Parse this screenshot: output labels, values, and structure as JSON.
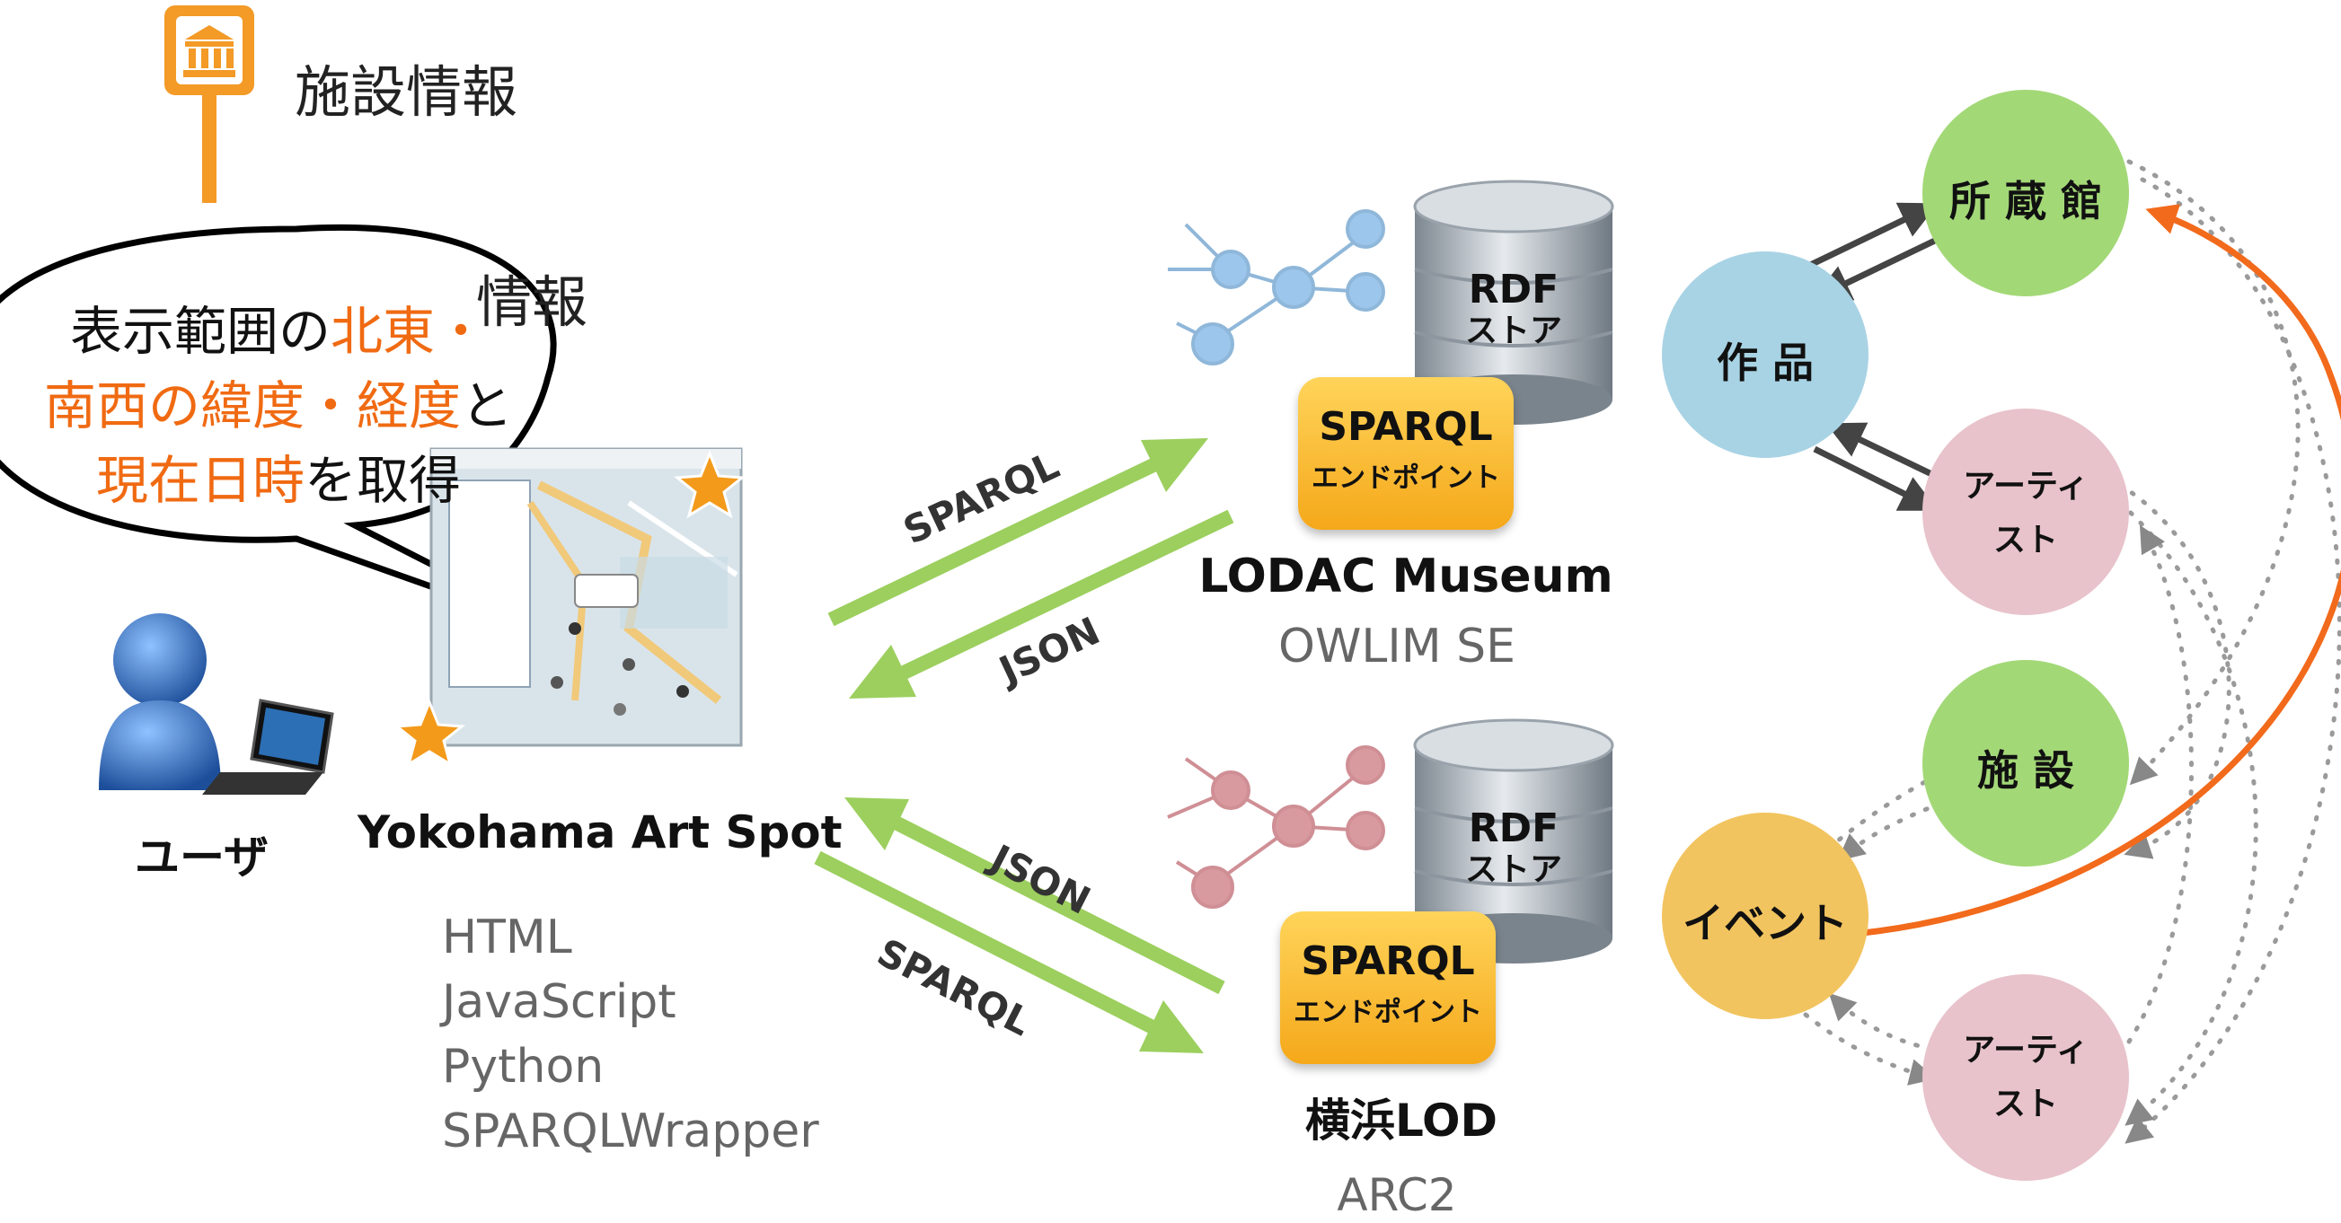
{
  "legend": {
    "facility_label": "施設情報",
    "event_label_tail": "情報"
  },
  "bubble": {
    "line1_a": "表示範囲の",
    "line1_b": "北東・",
    "line2_a": "南西の緯度・経度",
    "line2_b": "と",
    "line3_a": "現在日時",
    "line3_b": "を取得"
  },
  "user": {
    "label": "ユーザ"
  },
  "app": {
    "name": "Yokohama Art Spot",
    "tech": [
      "HTML",
      "JavaScript",
      "Python",
      "SPARQLWrapper"
    ]
  },
  "arrows": {
    "top_request": "SPARQL",
    "top_response": "JSON",
    "bottom_response": "JSON",
    "bottom_request": "SPARQL"
  },
  "stores": [
    {
      "db_label1": "RDF",
      "db_label2": "ストア",
      "endpoint1": "SPARQL",
      "endpoint2": "エンドポイント",
      "name": "LODAC Museum",
      "engine": "OWLIM SE"
    },
    {
      "db_label1": "RDF",
      "db_label2": "ストア",
      "endpoint1": "SPARQL",
      "endpoint2": "エンドポイント",
      "name": "横浜LOD",
      "engine": "ARC2"
    }
  ],
  "graph": {
    "collection": "所 蔵 館",
    "work": "作 品",
    "artist1_l1": "アーティ",
    "artist1_l2": "スト",
    "facility": "施 設",
    "event": "イベント",
    "artist2_l1": "アーティ",
    "artist2_l2": "スト"
  },
  "colors": {
    "arrow_green": "#9ccf5e",
    "orange_text": "#f06a12",
    "node_green": "#a3d877",
    "node_blue": "#a8d3e4",
    "node_pink": "#e8c3cb",
    "node_yellow": "#f2c45f",
    "endpoint_yellow": "#fbc13a",
    "relation_orange": "#f26a1b"
  },
  "icons": [
    "museum-pin-icon",
    "user-icon",
    "laptop-icon",
    "map-screenshot",
    "star-icon",
    "database-icon",
    "network-graph-icon"
  ]
}
